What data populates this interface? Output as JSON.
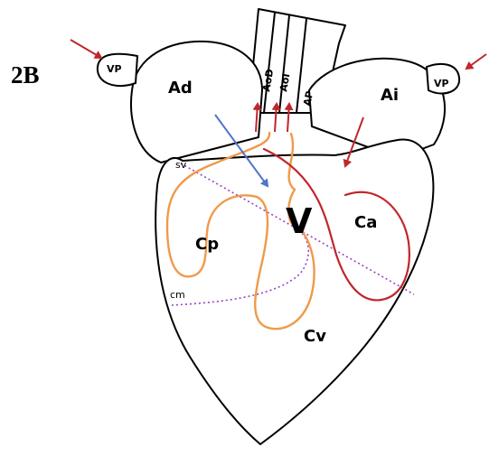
{
  "figure_label": "2B",
  "structures": {
    "vp_left": "VP",
    "vp_right": "VP",
    "ad": "Ad",
    "ai": "Ai",
    "aod": "AoD",
    "aoi": "AoI",
    "ap": "AP",
    "v": "V",
    "cp": "Cp",
    "ca": "Ca",
    "cv": "Cv",
    "sv": "sv",
    "cm": "cm"
  },
  "colors": {
    "outline": "#000000",
    "red_flow": "#c0262c",
    "orange_flow": "#ef9a4a",
    "blue_flow": "#4f76c9",
    "purple_dotted": "#9b3fc4"
  }
}
